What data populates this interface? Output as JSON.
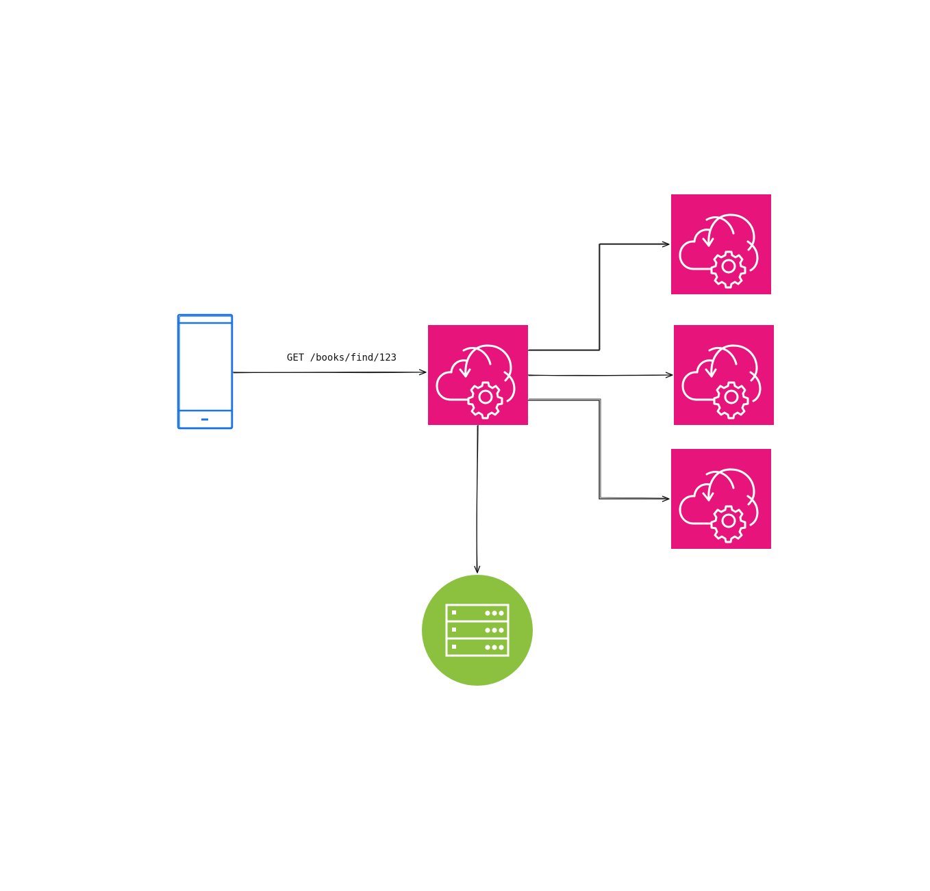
{
  "diagram": {
    "background": "#ffffff",
    "colors": {
      "service": "#e7157b",
      "database": "#8cc13f",
      "client": "#1a73e8",
      "edge": "#111111",
      "icon_stroke": "#ffffff"
    },
    "nodes": [
      {
        "id": "client-phone",
        "kind": "mobile-device",
        "icon": "mobile-phone-icon"
      },
      {
        "id": "gateway-service",
        "kind": "service",
        "icon": "cloud-gear-icon"
      },
      {
        "id": "backend-service-1",
        "kind": "service",
        "icon": "cloud-gear-icon"
      },
      {
        "id": "backend-service-2",
        "kind": "service",
        "icon": "cloud-gear-icon"
      },
      {
        "id": "backend-service-3",
        "kind": "service",
        "icon": "cloud-gear-icon"
      },
      {
        "id": "database",
        "kind": "database",
        "icon": "server-rack-icon"
      }
    ],
    "edges": [
      {
        "from": "client-phone",
        "to": "gateway-service",
        "label": "GET /books/find/123"
      },
      {
        "from": "gateway-service",
        "to": "backend-service-1",
        "label": ""
      },
      {
        "from": "gateway-service",
        "to": "backend-service-2",
        "label": ""
      },
      {
        "from": "gateway-service",
        "to": "backend-service-3",
        "label": ""
      },
      {
        "from": "gateway-service",
        "to": "database",
        "label": ""
      }
    ]
  }
}
